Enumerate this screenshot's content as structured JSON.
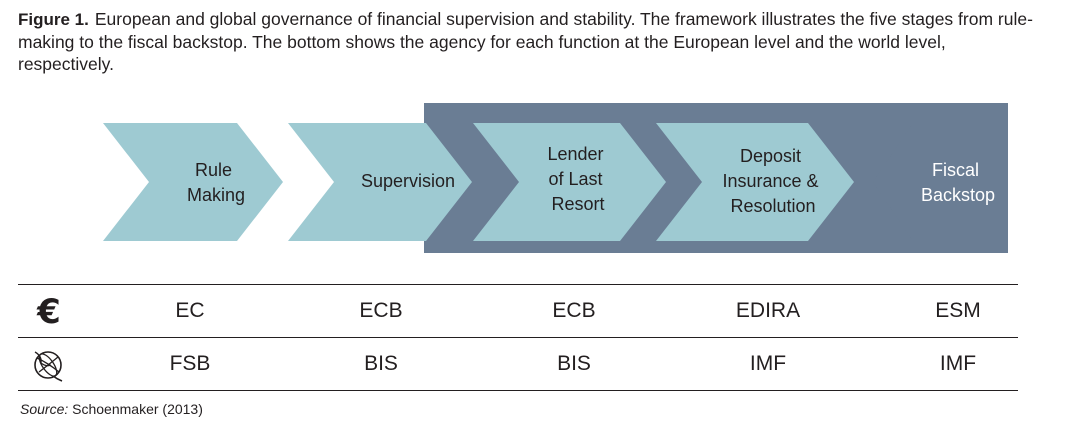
{
  "caption": {
    "label": "Figure 1.",
    "text": "European and global governance of financial supervision and stability. The framework illustrates the five stages from rule-making to the fiscal backstop. The bottom shows the agency for each function at the European level and the world level, respectively."
  },
  "stages": [
    {
      "line1": "Rule",
      "line2": "Making",
      "line3": ""
    },
    {
      "line1": "Supervision",
      "line2": "",
      "line3": ""
    },
    {
      "line1": "Lender",
      "line2": "of Last",
      "line3": "Resort"
    },
    {
      "line1": "Deposit",
      "line2": "Insurance &",
      "line3": "Resolution"
    },
    {
      "line1": "Fiscal",
      "line2": "Backstop",
      "line3": ""
    }
  ],
  "rows": {
    "european": {
      "icon": "euro-icon",
      "symbol": "€",
      "cells": [
        "EC",
        "ECB",
        "ECB",
        "EDIRA",
        "ESM"
      ]
    },
    "world": {
      "icon": "globe-icon",
      "cells": [
        "FSB",
        "BIS",
        "BIS",
        "IMF",
        "IMF"
      ]
    }
  },
  "source": {
    "label": "Source:",
    "text": "Schoenmaker (2013)"
  },
  "colors": {
    "arrow_fill": "#9ecad2",
    "panel_fill": "#6a7d94",
    "line": "#231f20"
  }
}
